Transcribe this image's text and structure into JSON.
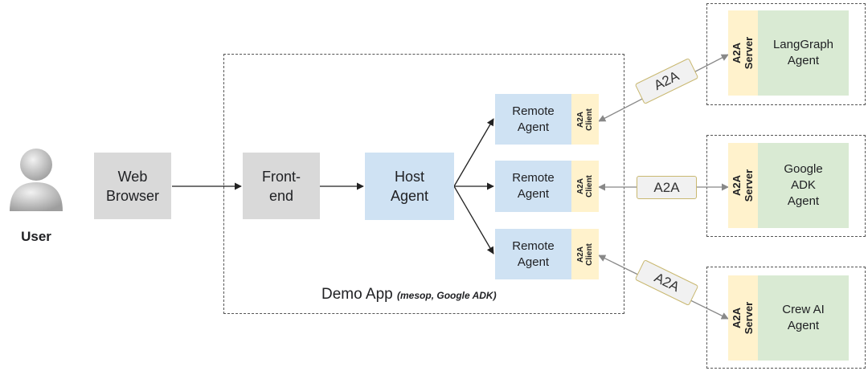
{
  "user": {
    "label": "User"
  },
  "web_browser": {
    "label": "Web\nBrowser"
  },
  "frontend": {
    "label": "Front-\nend"
  },
  "host_agent": {
    "label": "Host\nAgent"
  },
  "remote_agents": [
    {
      "label": "Remote\nAgent",
      "client": "A2A\nClient"
    },
    {
      "label": "Remote\nAgent",
      "client": "A2A\nClient"
    },
    {
      "label": "Remote\nAgent",
      "client": "A2A\nClient"
    }
  ],
  "servers": [
    {
      "agent": "LangGraph\nAgent",
      "server": "A2A\nServer"
    },
    {
      "agent": "Google\nADK\nAgent",
      "server": "A2A\nServer"
    },
    {
      "agent": "Crew AI\nAgent",
      "server": "A2A\nServer"
    }
  ],
  "protocol_labels": [
    "A2A",
    "A2A",
    "A2A"
  ],
  "demo_app": {
    "title": "Demo App",
    "subtitle": "(mesop, Google ADK)"
  },
  "colors": {
    "gray": "#d9d9d9",
    "blue": "#cfe2f3",
    "green": "#d9ead3",
    "yellow": "#fff2cc",
    "line": "#222222"
  }
}
